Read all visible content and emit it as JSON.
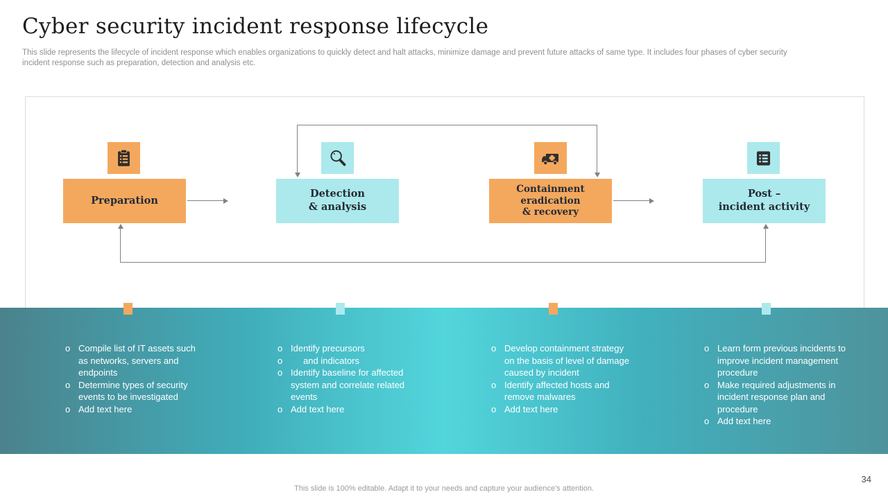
{
  "slide": {
    "title": "Cyber security incident response lifecycle",
    "subtitle": "This slide represents the lifecycle of incident response which enables organizations to quickly detect and halt attacks, minimize damage and prevent future attacks of same type. It includes four phases of cyber security incident response such as preparation, detection and analysis etc.",
    "footer": "This slide is 100% editable. Adapt it to your needs and capture your audience's attention.",
    "page_number": "34"
  },
  "colors": {
    "orange": "#F4A85E",
    "light_cyan": "#ACE9EC",
    "band_teal_dark": "#4B828C",
    "band_teal_bright": "#53D5DC",
    "arrow_gray": "#828282",
    "box_text": "#242B34",
    "bullet_text": "#FFFFFF"
  },
  "flow": {
    "bullet_char": "o",
    "phases": [
      {
        "name": "preparation",
        "icon": "clipboard-icon",
        "lines": [
          "Preparation"
        ],
        "bullets": [
          "Compile list of IT assets such as networks, servers and endpoints",
          "Determine types of security events to be investigated",
          "Add text here"
        ]
      },
      {
        "name": "detection-analysis",
        "icon": "search-icon",
        "lines": [
          "Detection",
          "& analysis"
        ],
        "bullets": [
          "Identify precursors",
          "     and indicators",
          "Identify baseline for affected system and correlate related events",
          "Add text here"
        ]
      },
      {
        "name": "containment-eradication-recovery",
        "icon": "ambulance-icon",
        "lines": [
          "Containment",
          "eradication",
          "& recovery"
        ],
        "bullets": [
          "Develop containment strategy on the basis of level of damage caused by incident",
          "Identify affected hosts and remove malwares",
          "Add text here"
        ]
      },
      {
        "name": "post-incident-activity",
        "icon": "report-icon",
        "lines": [
          "Post –",
          "incident activity"
        ],
        "bullets": [
          "Learn form previous incidents to improve incident management procedure",
          "Make required adjustments in incident response plan and procedure",
          "Add text here"
        ]
      }
    ]
  }
}
